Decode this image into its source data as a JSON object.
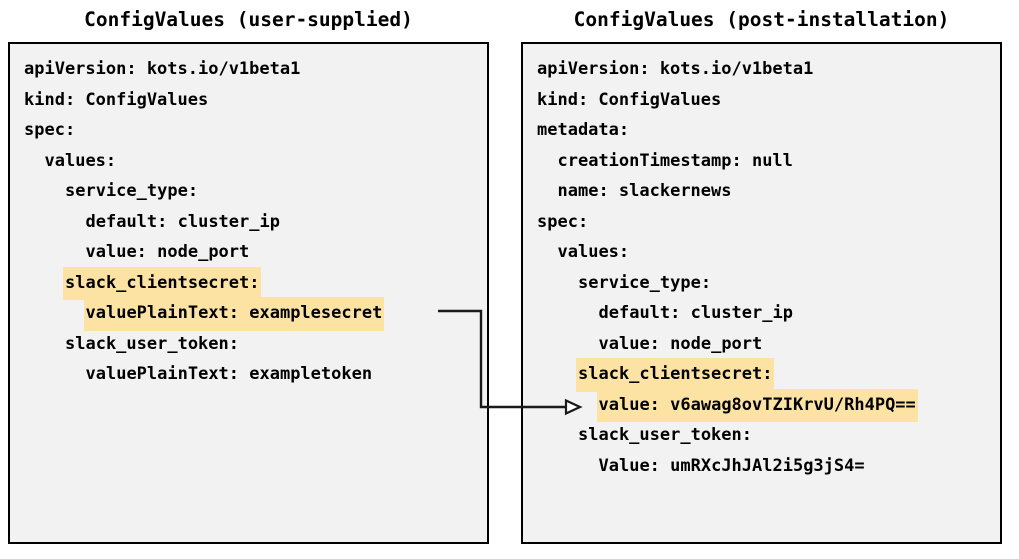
{
  "panels": [
    {
      "id": "user-supplied",
      "title": "ConfigValues (user-supplied)",
      "lines": [
        {
          "text": "apiVersion: kots.io/v1beta1",
          "indent": 0,
          "highlight": false
        },
        {
          "text": "kind: ConfigValues",
          "indent": 0,
          "highlight": false
        },
        {
          "text": "spec:",
          "indent": 0,
          "highlight": false
        },
        {
          "text": "values:",
          "indent": 1,
          "highlight": false
        },
        {
          "text": "service_type:",
          "indent": 2,
          "highlight": false
        },
        {
          "text": "default: cluster_ip",
          "indent": 3,
          "highlight": false
        },
        {
          "text": "value: node_port",
          "indent": 3,
          "highlight": false
        },
        {
          "text": "slack_clientsecret:",
          "indent": 2,
          "highlight": true
        },
        {
          "text": "valuePlainText: examplesecret",
          "indent": 3,
          "highlight": true
        },
        {
          "text": "slack_user_token:",
          "indent": 2,
          "highlight": false
        },
        {
          "text": "valuePlainText: exampletoken",
          "indent": 3,
          "highlight": false
        }
      ]
    },
    {
      "id": "post-installation",
      "title": "ConfigValues (post-installation)",
      "lines": [
        {
          "text": "apiVersion: kots.io/v1beta1",
          "indent": 0,
          "highlight": false
        },
        {
          "text": "kind: ConfigValues",
          "indent": 0,
          "highlight": false
        },
        {
          "text": "metadata:",
          "indent": 0,
          "highlight": false
        },
        {
          "text": "creationTimestamp: null",
          "indent": 1,
          "highlight": false
        },
        {
          "text": "name: slackernews",
          "indent": 1,
          "highlight": false
        },
        {
          "text": "spec:",
          "indent": 0,
          "highlight": false
        },
        {
          "text": "values:",
          "indent": 1,
          "highlight": false
        },
        {
          "text": "service_type:",
          "indent": 2,
          "highlight": false
        },
        {
          "text": "default: cluster_ip",
          "indent": 3,
          "highlight": false
        },
        {
          "text": "value: node_port",
          "indent": 3,
          "highlight": false
        },
        {
          "text": "slack_clientsecret:",
          "indent": 2,
          "highlight": true
        },
        {
          "text": "value: v6awag8ovTZIKrvU/Rh4PQ==",
          "indent": 3,
          "highlight": true
        },
        {
          "text": "slack_user_token:",
          "indent": 2,
          "highlight": false
        },
        {
          "text": "Value: umRXcJhJAl2i5g3jS4=",
          "indent": 3,
          "highlight": false
        }
      ]
    }
  ],
  "connector": {
    "name": "encryption-flow-arrow",
    "from_label": "valuePlainText: examplesecret",
    "to_label": "value: v6awag8ovTZIKrvU/Rh4PQ==",
    "color": "#1a1a1a"
  },
  "colors": {
    "highlight": "#fce3a4",
    "box_background": "#f2f2f2",
    "box_border": "#000000",
    "text": "#000000",
    "page_background": "#ffffff"
  }
}
